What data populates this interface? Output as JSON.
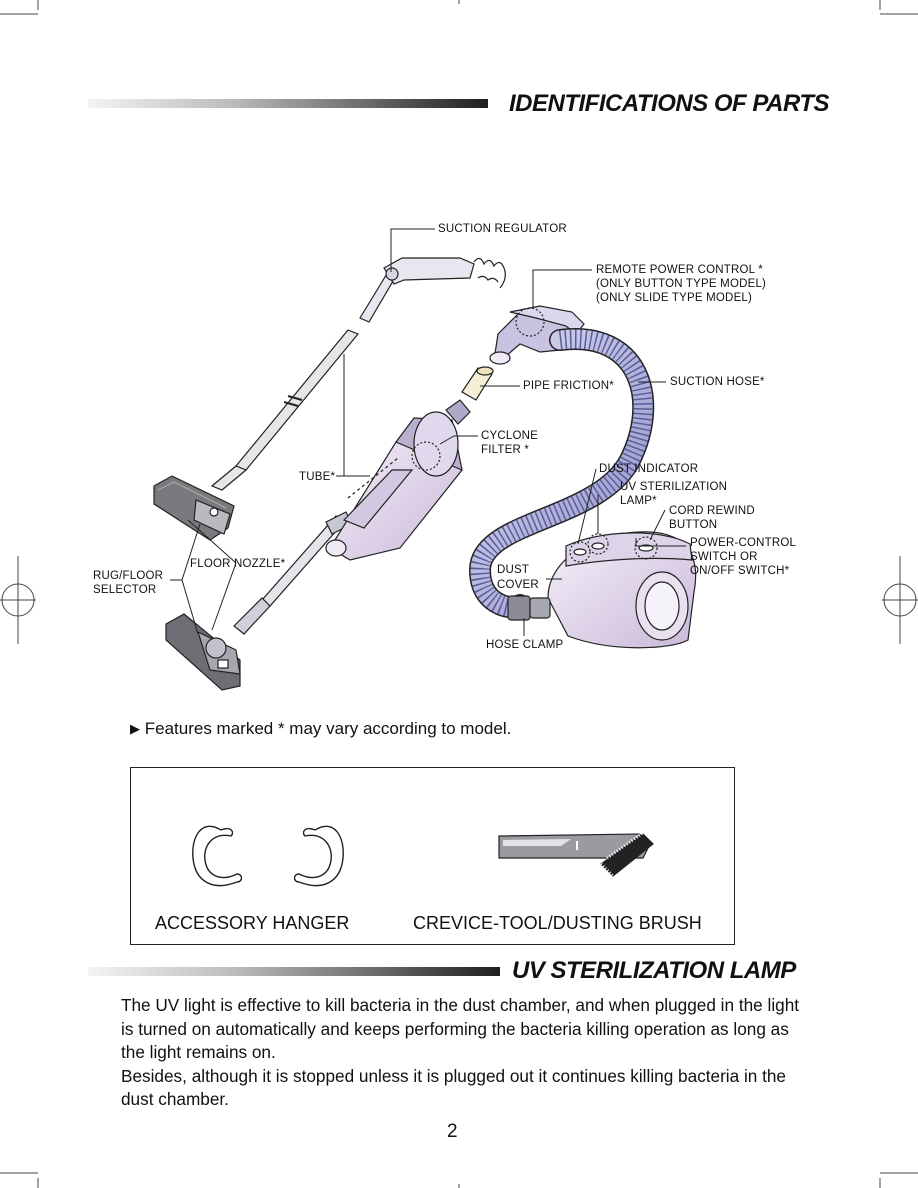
{
  "sections": {
    "parts": {
      "title": "IDENTIFICATIONS OF PARTS"
    },
    "uv": {
      "title": "UV STERILIZATION LAMP"
    }
  },
  "diagram": {
    "labels": {
      "suction_regulator": "SUCTION REGULATOR",
      "remote_power_control": "REMOTE POWER CONTROL *",
      "remote_button_model": "(ONLY BUTTON TYPE MODEL)",
      "remote_slide_model": "(ONLY SLIDE TYPE MODEL)",
      "pipe_friction": "PIPE FRICTION*",
      "suction_hose": "SUCTION HOSE*",
      "cyclone_filter_1": "CYCLONE",
      "cyclone_filter_2": "FILTER *",
      "tube": "TUBE*",
      "dust_indicator": "DUST INDICATOR",
      "uv_lamp_1": "UV STERILIZATION",
      "uv_lamp_2": "LAMP*",
      "cord_rewind_1": "CORD REWIND",
      "cord_rewind_2": "BUTTON",
      "power_control_1": "POWER-CONTROL",
      "power_control_2": "SWITCH OR",
      "power_control_3": "ON/OFF SWITCH*",
      "floor_nozzle": "FLOOR NOZZLE*",
      "rug_floor_1": "RUG/FLOOR",
      "rug_floor_2": "SELECTOR",
      "dust_cover_1": "DUST",
      "dust_cover_2": "COVER",
      "hose_clamp": "HOSE CLAMP"
    }
  },
  "note": "Features marked * may vary according to model.",
  "accessories": {
    "hanger": "ACCESSORY HANGER",
    "crevice": "CREVICE-TOOL/DUSTING BRUSH"
  },
  "uv_text": [
    "The UV light is effective to kill bacteria in the dust chamber, and when plugged in the light is turned on automatically and keeps performing the bacteria killing operation as long as the light remains on.",
    "Besides, although it is stopped unless it is plugged out it continues killing bacteria in the dust chamber."
  ],
  "page_number": "2"
}
